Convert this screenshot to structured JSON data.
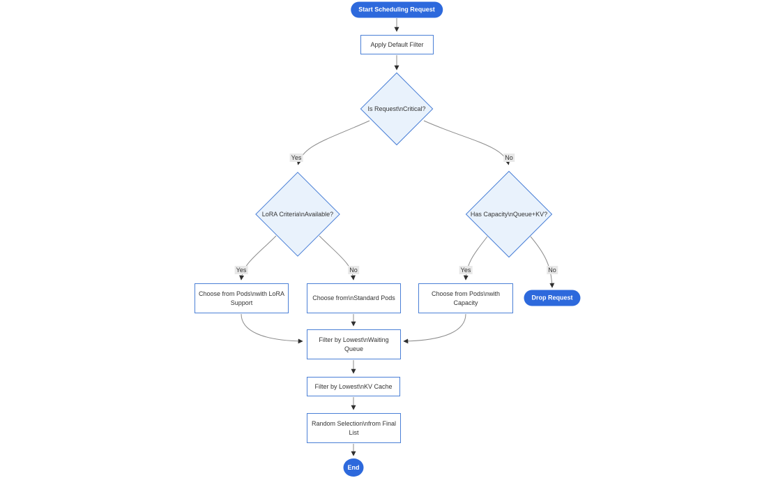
{
  "diagram": {
    "type": "flowchart",
    "direction": "top-down",
    "colors": {
      "background": "#ffffff",
      "accent": "#2d69dc",
      "node_border": "#4a7fd6",
      "node_fill": "#ffffff",
      "decision_fill": "#e9f2fc",
      "edge": "#8a8a8a",
      "arrowhead": "#2f2f2f",
      "edge_label_bg": "#e8e8e8",
      "text": "#333333",
      "pill_text": "#ffffff"
    },
    "nodes": {
      "start": {
        "label": "Start Scheduling Request",
        "shape": "pill"
      },
      "apply_filter": {
        "label": "Apply Default Filter",
        "shape": "rect"
      },
      "is_critical": {
        "label": "Is Request\\nCritical?",
        "shape": "diamond"
      },
      "lora_criteria": {
        "label": "LoRA Criteria\\nAvailable?",
        "shape": "diamond"
      },
      "has_capacity": {
        "label": "Has Capacity\\nQueue+KV?",
        "shape": "diamond"
      },
      "choose_lora_pods": {
        "label": "Choose from Pods\\nwith LoRA Support",
        "shape": "rect"
      },
      "choose_standard_pods": {
        "label": "Choose from\\nStandard Pods",
        "shape": "rect"
      },
      "choose_capacity_pods": {
        "label": "Choose from Pods\\nwith Capacity",
        "shape": "rect"
      },
      "drop_request": {
        "label": "Drop Request",
        "shape": "pill"
      },
      "filter_waiting_queue": {
        "label": "Filter by Lowest\\nWaiting Queue",
        "shape": "rect"
      },
      "filter_kv_cache": {
        "label": "Filter by Lowest\\nKV Cache",
        "shape": "rect"
      },
      "random_selection": {
        "label": "Random Selection\\nfrom Final List",
        "shape": "rect"
      },
      "end": {
        "label": "End",
        "shape": "circle"
      }
    },
    "edge_labels": {
      "critical_yes": "Yes",
      "critical_no": "No",
      "lora_yes": "Yes",
      "lora_no": "No",
      "capacity_yes": "Yes",
      "capacity_no": "No"
    }
  }
}
